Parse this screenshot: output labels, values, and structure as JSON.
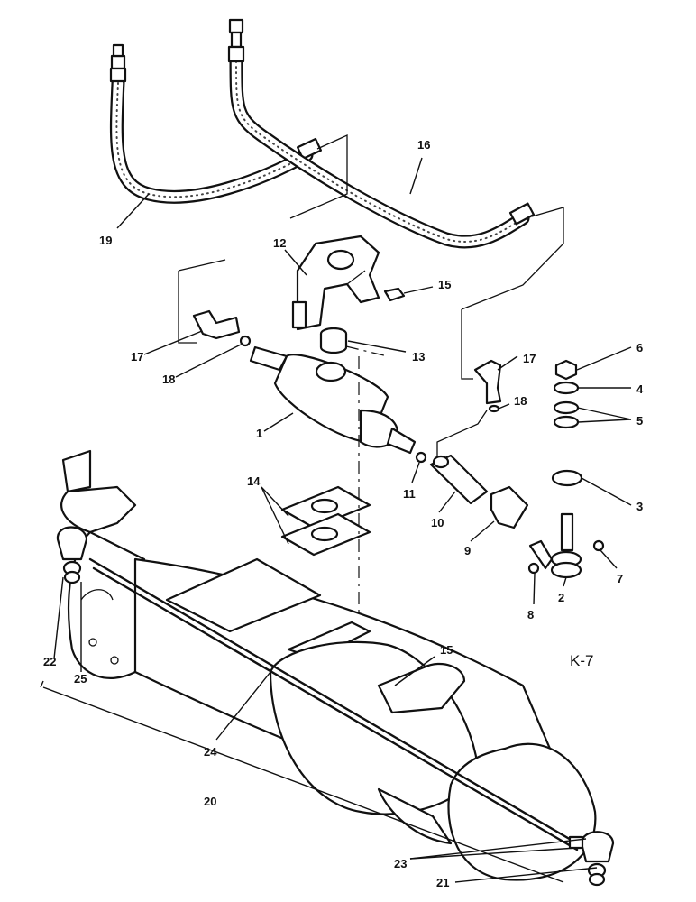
{
  "figure_code": "K-7",
  "callouts": [
    {
      "id": "c1",
      "text": "1"
    },
    {
      "id": "c2",
      "text": "2"
    },
    {
      "id": "c3",
      "text": "3"
    },
    {
      "id": "c4",
      "text": "4"
    },
    {
      "id": "c5",
      "text": "5"
    },
    {
      "id": "c6",
      "text": "6"
    },
    {
      "id": "c7",
      "text": "7"
    },
    {
      "id": "c8",
      "text": "8"
    },
    {
      "id": "c9",
      "text": "9"
    },
    {
      "id": "c10",
      "text": "10"
    },
    {
      "id": "c11",
      "text": "11"
    },
    {
      "id": "c12",
      "text": "12"
    },
    {
      "id": "c13",
      "text": "13"
    },
    {
      "id": "c14",
      "text": "14"
    },
    {
      "id": "c15a",
      "text": "15"
    },
    {
      "id": "c15b",
      "text": "15"
    },
    {
      "id": "c16",
      "text": "16"
    },
    {
      "id": "c17a",
      "text": "17"
    },
    {
      "id": "c17b",
      "text": "17"
    },
    {
      "id": "c18a",
      "text": "18"
    },
    {
      "id": "c18b",
      "text": "18"
    },
    {
      "id": "c19",
      "text": "19"
    },
    {
      "id": "c20",
      "text": "20"
    },
    {
      "id": "c21",
      "text": "21"
    },
    {
      "id": "c22",
      "text": "22"
    },
    {
      "id": "c23",
      "text": "23"
    },
    {
      "id": "c24",
      "text": "24"
    },
    {
      "id": "c25",
      "text": "25"
    }
  ]
}
